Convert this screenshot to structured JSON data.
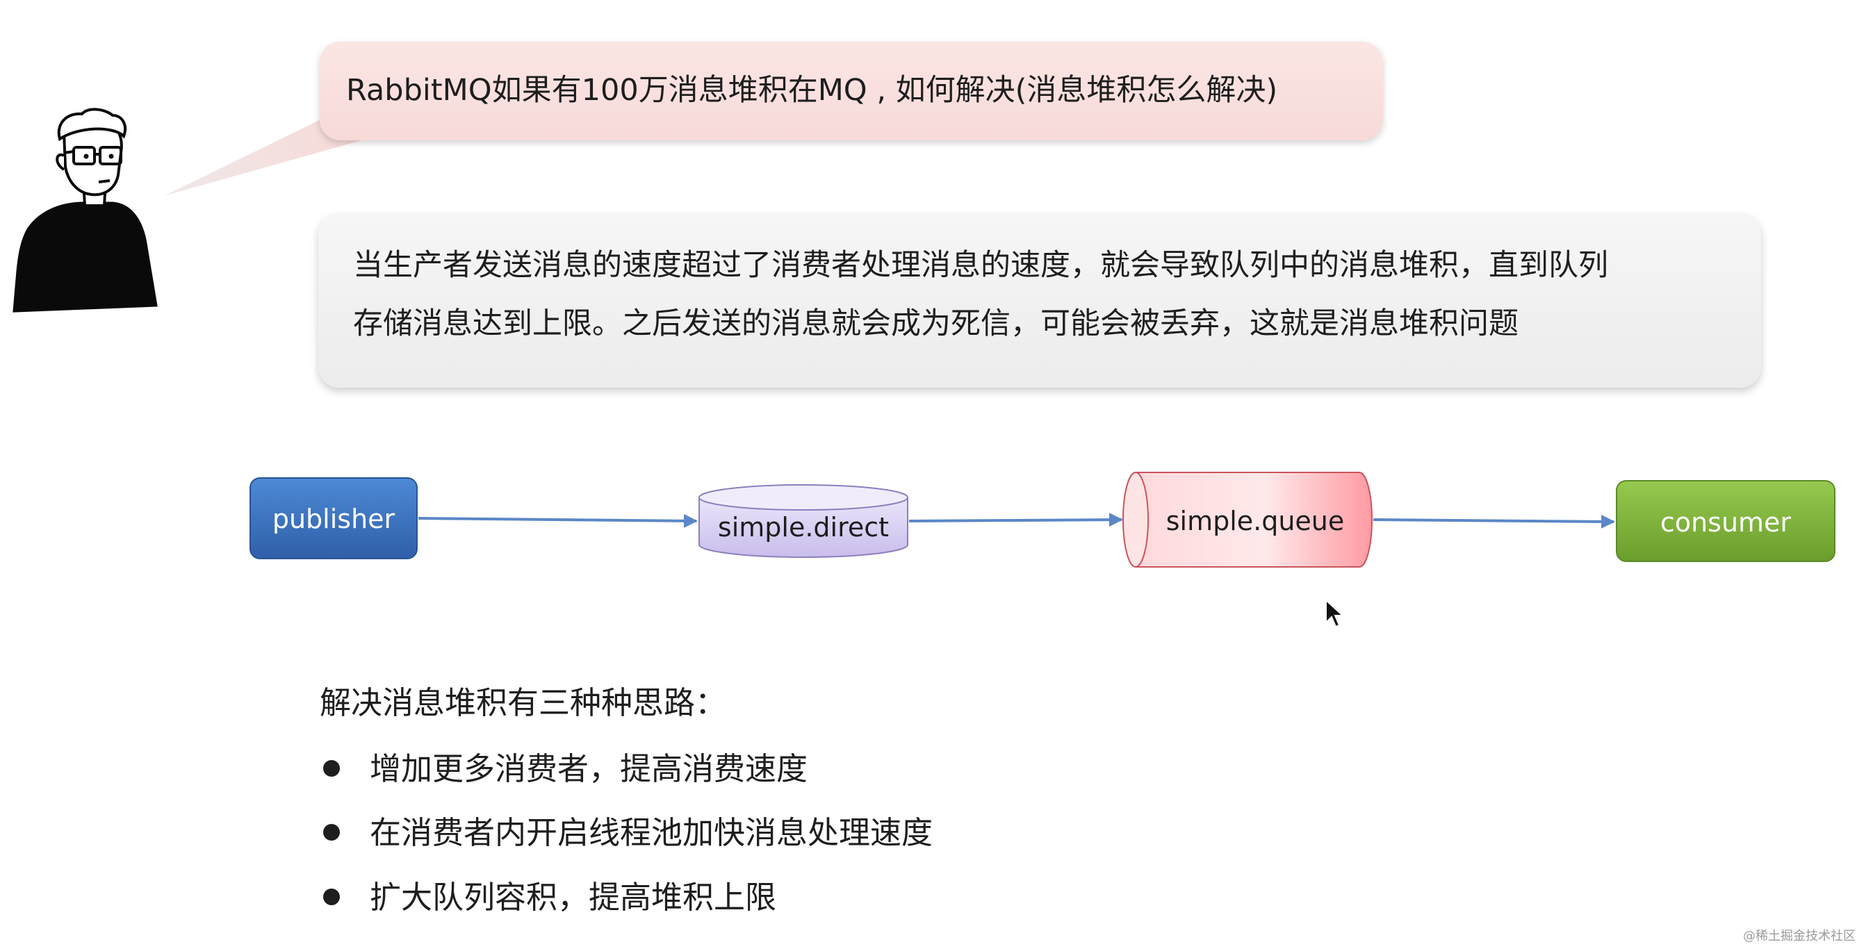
{
  "question": {
    "text": "RabbitMQ如果有100万消息堆积在MQ , 如何解决(消息堆积怎么解决)"
  },
  "answer": {
    "lines": [
      "当生产者发送消息的速度超过了消费者处理消息的速度，就会导致队列中的消息堆积，直到队列",
      "存储消息达到上限。之后发送的消息就会成为死信，可能会被丢弃，这就是消息堆积问题"
    ]
  },
  "flow": {
    "nodes": [
      {
        "label": "publisher",
        "color": "#3f79c2"
      },
      {
        "label": "simple.direct",
        "color": "#d9d0f0"
      },
      {
        "label": "simple.queue",
        "color": "#ffc9cd"
      },
      {
        "label": "consumer",
        "color": "#7fb33c"
      }
    ],
    "arrow_color": "#5b87c8"
  },
  "solutions": {
    "title": "解决消息堆积有三种种思路：",
    "items": [
      "增加更多消费者，提高消费速度",
      "在消费者内开启线程池加快消息处理速度",
      "扩大队列容积，提高堆积上限"
    ]
  },
  "icons": {
    "avatar": "person-with-glasses-icon",
    "cursor": "mouse-pointer-icon"
  },
  "watermark": "@稀土掘金技术社区"
}
